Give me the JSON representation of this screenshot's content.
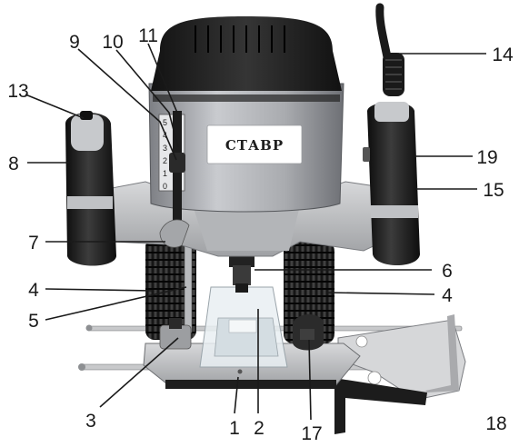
{
  "figure": {
    "brand_label": "СТАВР",
    "depth_scale": [
      "0",
      "1",
      "2",
      "3",
      "4",
      "5"
    ],
    "callouts": [
      {
        "id": "c1",
        "label": "1"
      },
      {
        "id": "c2",
        "label": "2"
      },
      {
        "id": "c3",
        "label": "3"
      },
      {
        "id": "c4a",
        "label": "4"
      },
      {
        "id": "c4b",
        "label": "4"
      },
      {
        "id": "c5",
        "label": "5"
      },
      {
        "id": "c6",
        "label": "6"
      },
      {
        "id": "c7",
        "label": "7"
      },
      {
        "id": "c8",
        "label": "8"
      },
      {
        "id": "c9",
        "label": "9"
      },
      {
        "id": "c10",
        "label": "10"
      },
      {
        "id": "c11",
        "label": "11"
      },
      {
        "id": "c13",
        "label": "13"
      },
      {
        "id": "c14",
        "label": "14"
      },
      {
        "id": "c15",
        "label": "15"
      },
      {
        "id": "c17",
        "label": "17"
      },
      {
        "id": "c18",
        "label": "18"
      },
      {
        "id": "c19",
        "label": "19"
      }
    ]
  }
}
